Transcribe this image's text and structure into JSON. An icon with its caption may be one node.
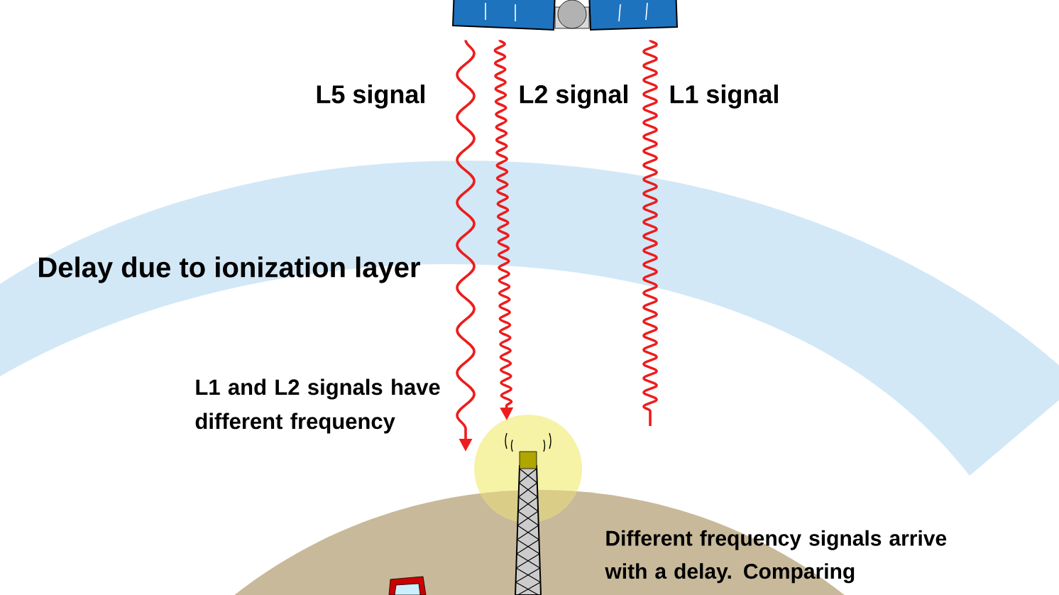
{
  "diagram": {
    "nodes": [
      {
        "text": [],
        "shape": "picture"
      },
      {
        "text": [],
        "shape": "picture"
      }
    ],
    "edges": [
      {
        "from": 0,
        "to": 1,
        "arrow": "to"
      },
      {
        "from": 0,
        "to": 1,
        "arrow": "to"
      },
      {
        "from": 0,
        "to": null,
        "arrow": "none"
      }
    ],
    "labels": [
      "L5 signal",
      "L2 signal",
      "L1 signal",
      "Delay due to ionization layer",
      "L1 and L2 signals have different frequency",
      "Different frequency signals arrive with a delay. Comparing"
    ]
  }
}
